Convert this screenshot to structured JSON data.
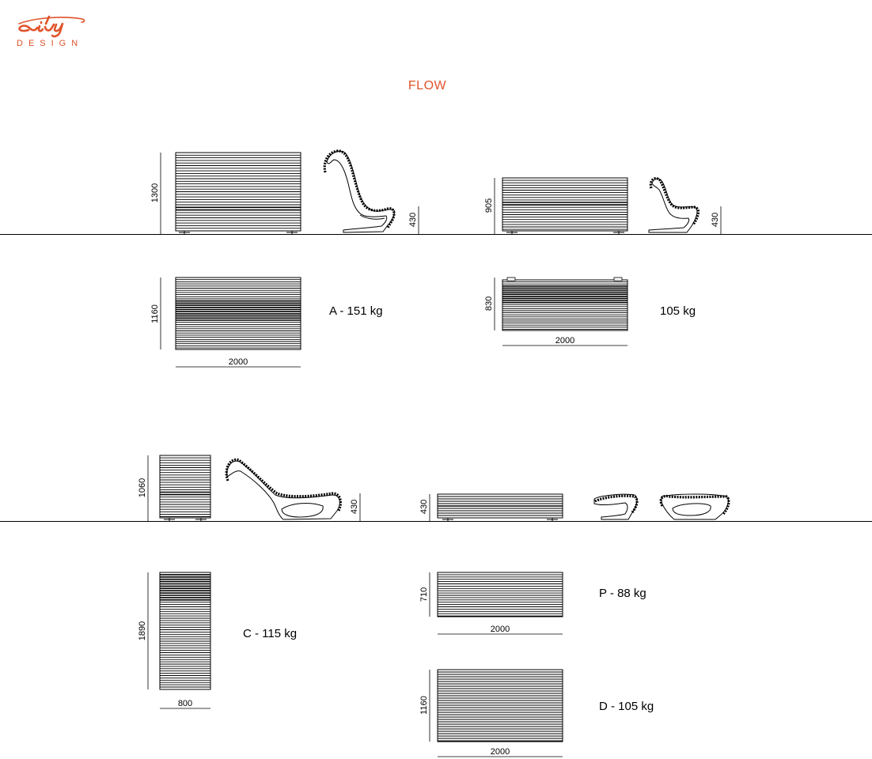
{
  "brand": {
    "logo_script": "city",
    "logo_sub": "DESIGN",
    "color": "#e0532a"
  },
  "title": "FLOW",
  "colors": {
    "line": "#000000",
    "accent": "#e0532a",
    "background": "#ffffff"
  },
  "models": {
    "A": {
      "elevation_height": "1300",
      "seat_height": "430",
      "plan_depth": "1160",
      "plan_width": "2000",
      "weight_label": "A - 151 kg"
    },
    "B": {
      "elevation_height": "905",
      "seat_height": "430",
      "plan_depth": "830",
      "plan_width": "2000",
      "weight_label": "105 kg"
    },
    "C": {
      "elevation_height": "1060",
      "seat_height": "430",
      "plan_depth": "1890",
      "plan_width": "800",
      "weight_label": "C - 115 kg"
    },
    "P": {
      "elevation_height": "430",
      "plan_depth": "710",
      "plan_width": "2000",
      "weight_label": "P - 88 kg"
    },
    "D": {
      "plan_depth": "1160",
      "plan_width": "2000",
      "weight_label": "D - 105 kg"
    }
  }
}
